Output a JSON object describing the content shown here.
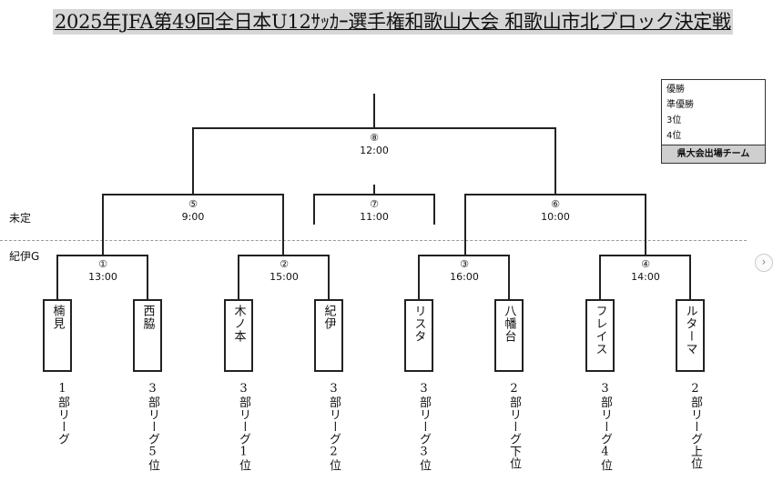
{
  "title": "2025年JFA第49回全日本U12ｻｯｶｰ選手権和歌山大会 和歌山市北ブロック決定戦",
  "rows": {
    "upper": "未定",
    "lower": "紀伊G"
  },
  "legend": {
    "items": [
      "優勝",
      "準優勝",
      "3位",
      "4位"
    ],
    "footer": "県大会出場チーム"
  },
  "matches": [
    {
      "id": "1",
      "number": "①",
      "time": "13:00"
    },
    {
      "id": "2",
      "number": "②",
      "time": "15:00"
    },
    {
      "id": "3",
      "number": "③",
      "time": "16:00"
    },
    {
      "id": "4",
      "number": "④",
      "time": "14:00"
    },
    {
      "id": "5",
      "number": "⑤",
      "time": "9:00"
    },
    {
      "id": "6",
      "number": "⑥",
      "time": "10:00"
    },
    {
      "id": "7",
      "number": "⑦",
      "time": "11:00"
    },
    {
      "id": "8",
      "number": "⑧",
      "time": "12:00"
    }
  ],
  "teams": [
    {
      "name": "楠見",
      "league": "1部リーグ"
    },
    {
      "name": "西脇",
      "league": "3部リーグ5位"
    },
    {
      "name": "木ノ本",
      "league": "3部リーグ1位"
    },
    {
      "name": "紀伊",
      "league": "3部リーグ2位"
    },
    {
      "name": "リスタ",
      "league": "3部リーグ3位"
    },
    {
      "name": "八幡台",
      "league": "2部リーグ下位"
    },
    {
      "name": "フレイス",
      "league": "3部リーグ4位"
    },
    {
      "name": "ルターマ",
      "league": "2部リーグ上位"
    }
  ],
  "side_button": "›"
}
